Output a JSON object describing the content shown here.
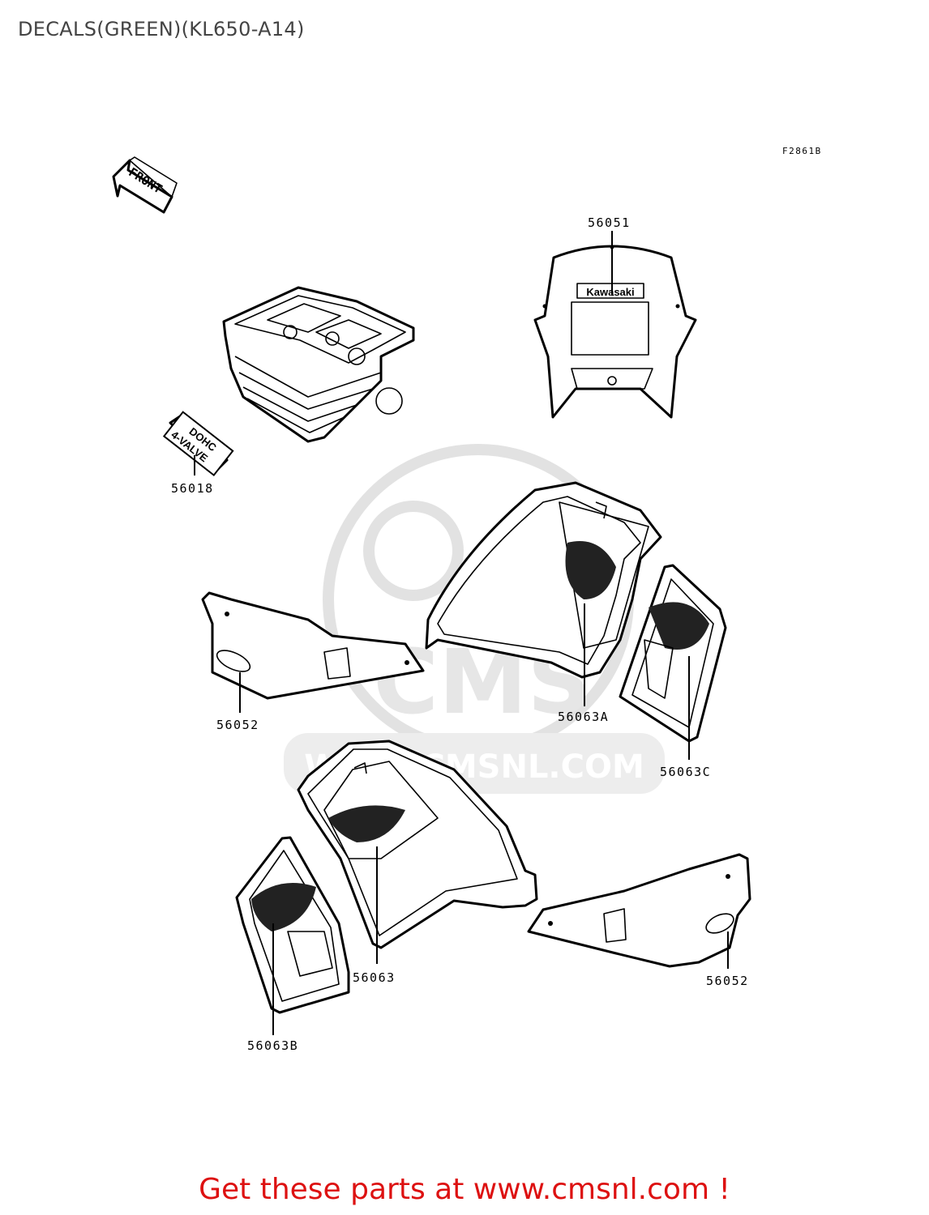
{
  "title": "DECALS(GREEN)(KL650-A14)",
  "figure_code": "F2861B",
  "front_label": "FRONT",
  "decal_56018": {
    "line1": "DOHC",
    "line2": "4-VALVE"
  },
  "fairing_logo": "Kawasaki",
  "watermark": {
    "brand": "CMS",
    "url": "WWW.CMSNL.COM"
  },
  "parts": {
    "p56051": "56051",
    "p56018": "56018",
    "p56052a": "56052",
    "p56063a": "56063A",
    "p56063c": "56063C",
    "p56063": "56063",
    "p56063b": "56063B",
    "p56052b": "56052"
  },
  "footer": "Get these parts at www.cmsnl.com !",
  "colors": {
    "footer": "#dd1111",
    "title": "#444444",
    "watermark": "#e2e2e2"
  }
}
